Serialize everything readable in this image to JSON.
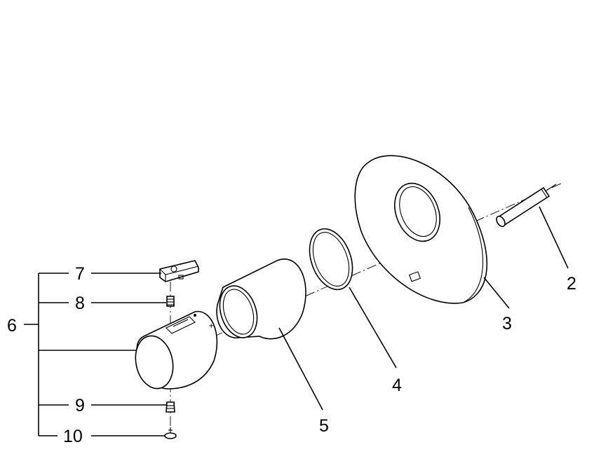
{
  "callouts": [
    {
      "id": "callout-2",
      "label": "2"
    },
    {
      "id": "callout-3",
      "label": "3"
    },
    {
      "id": "callout-4",
      "label": "4"
    },
    {
      "id": "callout-5",
      "label": "5"
    },
    {
      "id": "callout-6",
      "label": "6"
    },
    {
      "id": "callout-7",
      "label": "7"
    },
    {
      "id": "callout-8",
      "label": "8"
    },
    {
      "id": "callout-9",
      "label": "9"
    },
    {
      "id": "callout-10",
      "label": "10"
    }
  ]
}
